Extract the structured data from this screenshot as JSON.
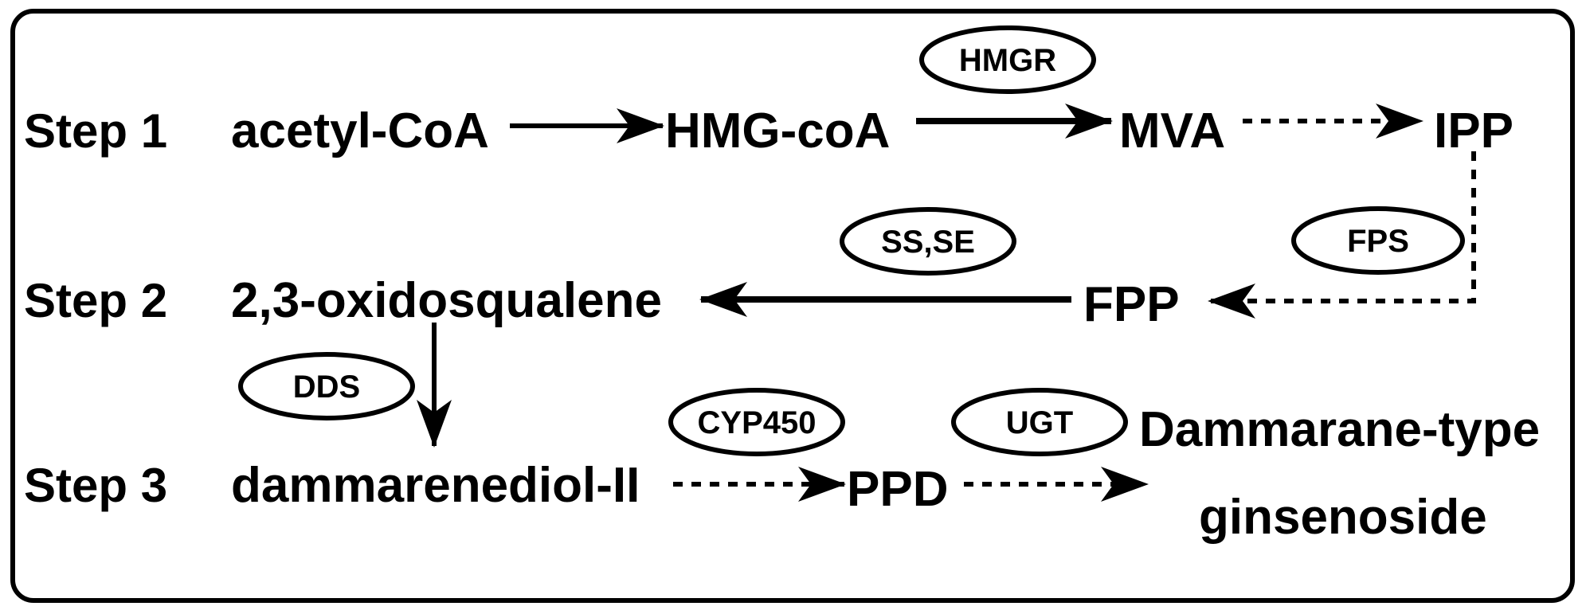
{
  "steps": [
    "Step 1",
    "Step 2",
    "Step 3"
  ],
  "nodes": {
    "acetyl_coa": "acetyl-CoA",
    "hmg_coa": "HMG-coA",
    "mva": "MVA",
    "ipp": "IPP",
    "fpp": "FPP",
    "oxidosqualene": "2,3-oxidosqualene",
    "dammarenediol": "dammarenediol-II",
    "ppd": "PPD",
    "dammarane_line1": "Dammarane-type",
    "dammarane_line2": "ginsenoside"
  },
  "enzymes": {
    "hmgr": "HMGR",
    "fps": "FPS",
    "ss_se": "SS,SE",
    "dds": "DDS",
    "cyp450": "CYP450",
    "ugt": "UGT"
  },
  "colors": {
    "ink": "#000000",
    "background": "#ffffff"
  }
}
